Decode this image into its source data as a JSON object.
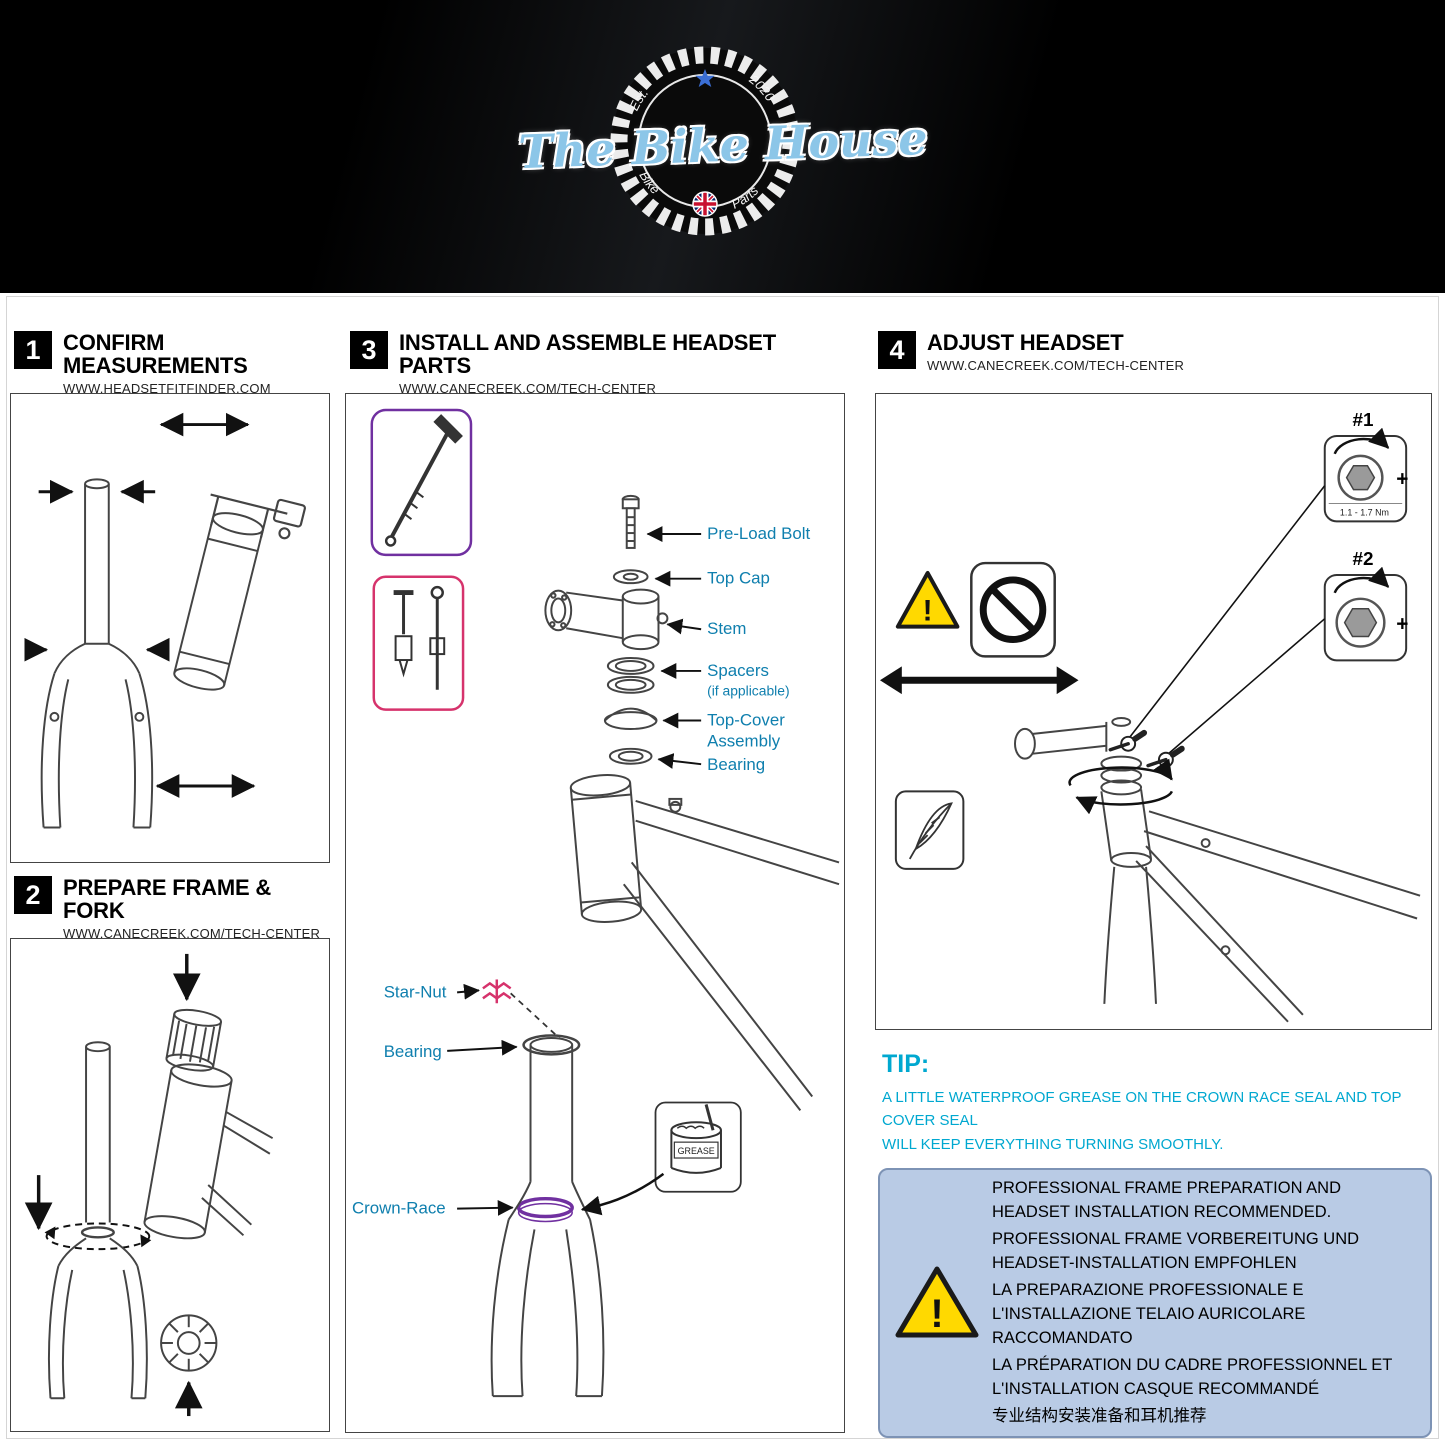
{
  "header": {
    "title": "The Bike House",
    "est": "Est.",
    "year": "2020",
    "bike": "Bike",
    "parts": "Parts"
  },
  "steps": {
    "one": {
      "num": "1",
      "title": "CONFIRM MEASUREMENTS",
      "url": "WWW.HEADSETFITFINDER.COM"
    },
    "two": {
      "num": "2",
      "title": "PREPARE FRAME & FORK",
      "url": "WWW.CANECREEK.COM/TECH-CENTER"
    },
    "three": {
      "num": "3",
      "title": "INSTALL AND ASSEMBLE HEADSET PARTS",
      "url": "WWW.CANECREEK.COM/TECH-CENTER",
      "labels": {
        "preload_bolt": "Pre-Load Bolt",
        "top_cap": "Top Cap",
        "stem": "Stem",
        "spacers": "Spacers",
        "spacers_note": "(if applicable)",
        "top_cover_1": "Top-Cover",
        "top_cover_2": "Assembly",
        "bearing_upper": "Bearing",
        "star_nut": "Star-Nut",
        "bearing_lower": "Bearing",
        "crown_race": "Crown-Race",
        "grease": "GREASE"
      }
    },
    "four": {
      "num": "4",
      "title": "ADJUST HEADSET",
      "url": "WWW.CANECREEK.COM/TECH-CENTER",
      "step1_label": "#1",
      "step2_label": "#2",
      "torque": "1.1 - 1.7 Nm",
      "plus": "+",
      "exclaim": "!"
    }
  },
  "tip": {
    "title": "TIP:",
    "line1": "A LITTLE WATERPROOF GREASE ON THE CROWN RACE SEAL AND TOP COVER SEAL",
    "line2": "WILL KEEP EVERYTHING TURNING SMOOTHLY."
  },
  "notice": {
    "exclaim": "!",
    "lines": [
      "PROFESSIONAL FRAME PREPARATION AND HEADSET INSTALLATION RECOMMENDED.",
      "PROFESSIONAL FRAME VORBEREITUNG UND HEADSET-INSTALLATION EMPFOHLEN",
      "LA PREPARAZIONE PROFESSIONALE E L'INSTALLAZIONE TELAIO AURICOLARE RACCOMANDATO",
      "LA PRÉPARATION DU CADRE PROFESSIONNEL ET L'INSTALLATION CASQUE RECOMMANDÉ",
      "专业结构安装准备和耳机推荐"
    ]
  },
  "colors": {
    "label_blue": "#0f7fae",
    "tip_cyan": "#00a8d0",
    "notice_bg": "#b9cbe5",
    "warning_yellow": "#ffd900",
    "star_nut_pink": "#d6336c",
    "crown_race_purple": "#7030a0",
    "logo_blue": "#8cc6e8"
  }
}
